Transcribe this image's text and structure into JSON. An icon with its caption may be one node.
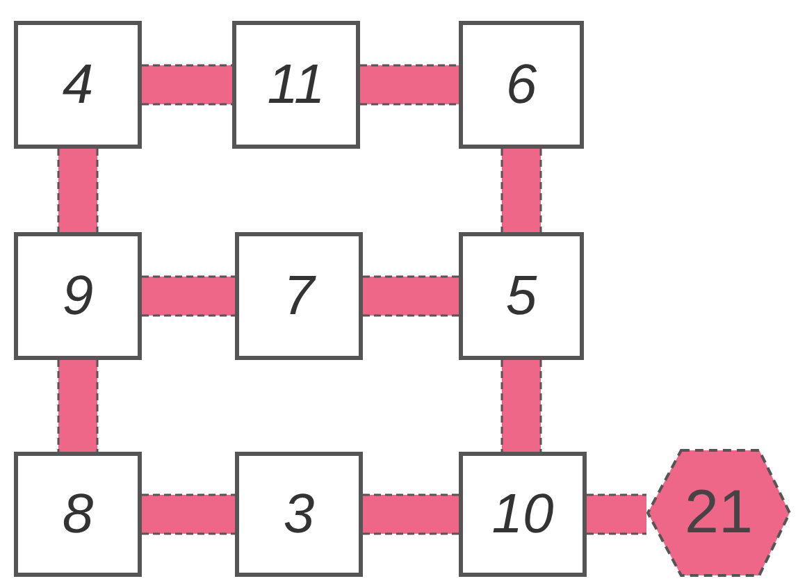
{
  "diagram": {
    "nodes": [
      {
        "text": [
          "4"
        ]
      },
      {
        "text": [
          "11"
        ]
      },
      {
        "text": [
          "6"
        ]
      },
      {
        "text": [
          "9"
        ]
      },
      {
        "text": [
          "7"
        ]
      },
      {
        "text": [
          "5"
        ]
      },
      {
        "text": [
          "8"
        ]
      },
      {
        "text": [
          "3"
        ]
      },
      {
        "text": [
          "10"
        ]
      },
      {
        "text": [
          "21"
        ]
      }
    ],
    "edges": [
      {
        "from": 0,
        "to": 1,
        "arrow": "none"
      },
      {
        "from": 1,
        "to": 2,
        "arrow": "none"
      },
      {
        "from": 0,
        "to": 3,
        "arrow": "none"
      },
      {
        "from": 2,
        "to": 5,
        "arrow": "none"
      },
      {
        "from": 3,
        "to": 4,
        "arrow": "none"
      },
      {
        "from": 4,
        "to": 5,
        "arrow": "none"
      },
      {
        "from": 3,
        "to": 6,
        "arrow": "none"
      },
      {
        "from": 5,
        "to": 8,
        "arrow": "none"
      },
      {
        "from": 6,
        "to": 7,
        "arrow": "none"
      },
      {
        "from": 7,
        "to": 8,
        "arrow": "none"
      },
      {
        "from": 8,
        "to": 9,
        "arrow": "none"
      }
    ]
  }
}
